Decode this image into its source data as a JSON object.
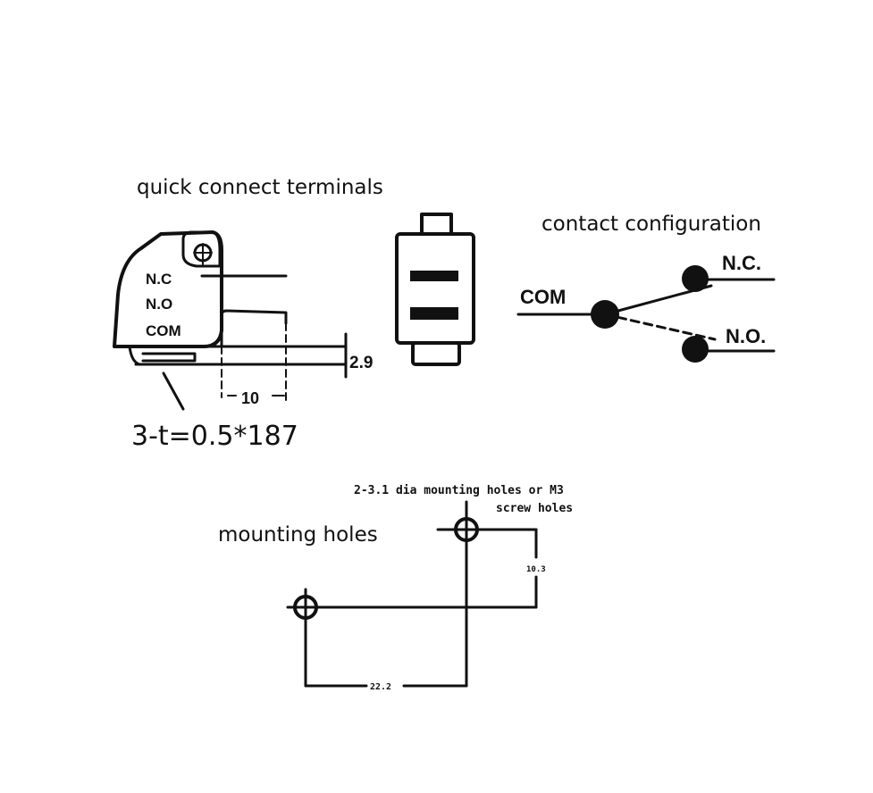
{
  "quick_connect": {
    "title": "quick connect terminals",
    "labels": [
      "N.C",
      "N.O",
      "COM"
    ],
    "thickness_dim": "2.9",
    "spacing_dim": "10",
    "terminal_spec": "3-t=0.5*187"
  },
  "contact_config": {
    "title": "contact configuration",
    "com": "COM",
    "nc": "N.C.",
    "no": "N.O."
  },
  "mounting": {
    "title": "mounting holes",
    "note_line1": "2-3.1 dia mounting holes or M3",
    "note_line2": "screw holes",
    "vertical_dim": "10.3",
    "horizontal_dim": "22.2"
  }
}
